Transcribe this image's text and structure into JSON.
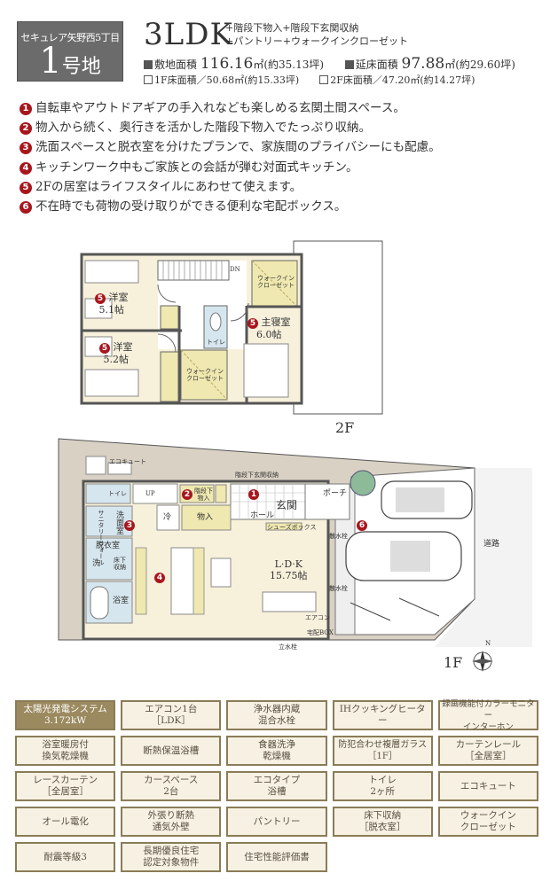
{
  "header": {
    "project_name": "セキュレア矢野西5丁目",
    "lot_number": "1",
    "lot_suffix": "号地",
    "plan_type": "3LDK",
    "plan_extras_line1": "+階段下物入+階段下玄関収納",
    "plan_extras_line2": "+パントリー+ウォークインクローゼット",
    "site_area_label": "敷地面積",
    "site_area_value": "116.16",
    "site_area_unit": "㎡(約35.13坪)",
    "floor_area_label": "延床面積",
    "floor_area_value": "97.88",
    "floor_area_unit": "㎡(約29.60坪)",
    "floor1_area": "1F床面積／50.68㎡(約15.33坪)",
    "floor2_area": "2F床面積／47.20㎡(約14.27坪)"
  },
  "features": [
    {
      "num": "1",
      "text": "自転車やアウトドアギアの手入れなども楽しめる玄関土間スペース。"
    },
    {
      "num": "2",
      "text": "物入から続く、奥行きを活かした階段下物入でたっぷり収納。"
    },
    {
      "num": "3",
      "text": "洗面スペースと脱衣室を分けたプランで、家族間のプライバシーにも配慮。"
    },
    {
      "num": "4",
      "text": "キッチンワーク中もご家族との会話が弾む対面式キッチン。"
    },
    {
      "num": "5",
      "text": "2Fの居室はライフスタイルにあわせて使えます。"
    },
    {
      "num": "6",
      "text": "不在時でも荷物の受け取りができる便利な宅配ボックス。"
    }
  ],
  "floor2": {
    "label": "2F",
    "rooms": {
      "western1": "洋室",
      "western1_size": "5.1帖",
      "western2": "洋室",
      "western2_size": "5.2帖",
      "master": "主寝室",
      "master_size": "6.0帖",
      "wic1": "ウォークイン\nクローゼット",
      "wic2": "ウォークイン\nクローゼット",
      "toilet": "トイレ",
      "closet1": "クローゼット",
      "closet2": "クローゼット",
      "stairs_dn": "DN"
    },
    "pins": {
      "p1": "5",
      "p2": "5",
      "p3": "5"
    }
  },
  "floor1": {
    "label": "1F",
    "compass": "N",
    "rooms": {
      "ecocute": "エコキュート",
      "stair_storage": "階段下玄関収納",
      "toilet": "トイレ",
      "up": "UP",
      "under_stair": "階段下\n物入",
      "storage": "物入",
      "fridge": "冷",
      "entrance": "玄関",
      "hall": "ホール",
      "shoebox": "シューズボックス",
      "porch": "ポーチ",
      "washroom": "洗面室",
      "sanitary": "サニタリーウォール",
      "dressing": "脱衣室",
      "wash": "洗",
      "underfloor": "床下\n収納",
      "bath": "浴室",
      "ldk": "L·D·K",
      "ldk_size": "15.75帖",
      "aircon": "エアコン",
      "delivery": "宅配BOX",
      "faucet_stand": "立水栓",
      "faucet1": "散水栓",
      "faucet2": "散水栓",
      "road": "道路"
    },
    "pins": {
      "p1": "1",
      "p2": "2",
      "p3": "3",
      "p4": "4",
      "p6": "6"
    }
  },
  "specs": [
    {
      "label": "太陽光発電システム\n3.172kW",
      "highlight": true
    },
    {
      "label": "エアコン1台\n［LDK］",
      "highlight": false
    },
    {
      "label": "浄水器内蔵\n混合水栓",
      "highlight": false
    },
    {
      "label": "IHクッキングヒーター",
      "highlight": false
    },
    {
      "label": "録画機能付カラーモニター\nインターホン",
      "highlight": false
    },
    {
      "label": "浴室暖房付\n換気乾燥機",
      "highlight": false
    },
    {
      "label": "断熱保温浴槽",
      "highlight": false
    },
    {
      "label": "食器洗浄\n乾燥機",
      "highlight": false
    },
    {
      "label": "防犯合わせ複層ガラス\n［1F］",
      "highlight": false
    },
    {
      "label": "カーテンレール\n［全居室］",
      "highlight": false
    },
    {
      "label": "レースカーテン\n［全居室］",
      "highlight": false
    },
    {
      "label": "カースペース\n2台",
      "highlight": false
    },
    {
      "label": "エコタイプ\n浴槽",
      "highlight": false
    },
    {
      "label": "トイレ\n2ヶ所",
      "highlight": false
    },
    {
      "label": "エコキュート",
      "highlight": false
    },
    {
      "label": "オール電化",
      "highlight": false
    },
    {
      "label": "外張り断熱\n通気外壁",
      "highlight": false
    },
    {
      "label": "パントリー",
      "highlight": false
    },
    {
      "label": "床下収納\n［脱衣室］",
      "highlight": false
    },
    {
      "label": "ウォークイン\nクローゼット",
      "highlight": false
    },
    {
      "label": "耐震等級3",
      "highlight": false
    },
    {
      "label": "長期優良住宅\n認定対象物件",
      "highlight": false
    },
    {
      "label": "住宅性能評価書",
      "highlight": false
    }
  ],
  "colors": {
    "lot_box_bg": "#6b6b6b",
    "badge_red": "#a8161d",
    "spec_highlight": "#9b8a5f",
    "spec_bg": "#f6f1e3",
    "spec_border": "#8a7c57",
    "floor_cream": "#f7f1dc",
    "wet_blue": "#d6e6ee",
    "storage_yellow": "#efe8b0",
    "ground_beige": "#d9d1c4"
  }
}
